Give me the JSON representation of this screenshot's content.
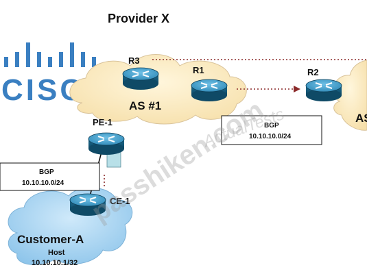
{
  "title": "Provider X",
  "brand": {
    "logo_text": "CISCO",
    "logo_color": "#3a7fc1"
  },
  "watermarks": [
    "passhiken.com",
    "ActualTests"
  ],
  "clouds": {
    "provider_as": "AS #1",
    "neighbor_as": "AS",
    "customer": {
      "name": "Customer-A",
      "host_label": "Host",
      "host_prefix": "10.10.10.1/32"
    }
  },
  "routers": {
    "r3": "R3",
    "r1": "R1",
    "r2": "R2",
    "pe1": "PE-1",
    "ce1": "CE-1"
  },
  "bgp_boxes": [
    {
      "protocol": "BGP",
      "prefix": "10.10.10.0/24"
    },
    {
      "protocol": "BGP",
      "prefix": "10.10.10.0/24"
    }
  ],
  "colors": {
    "cloud_fill": "#fcebc6",
    "cloud_edge": "#d9c39a",
    "customer_cloud_fill": "#a8d3ef",
    "router_body": "#1f6b8f",
    "router_top": "#3a9cc8",
    "dotted_link": "#8b2a2a"
  }
}
